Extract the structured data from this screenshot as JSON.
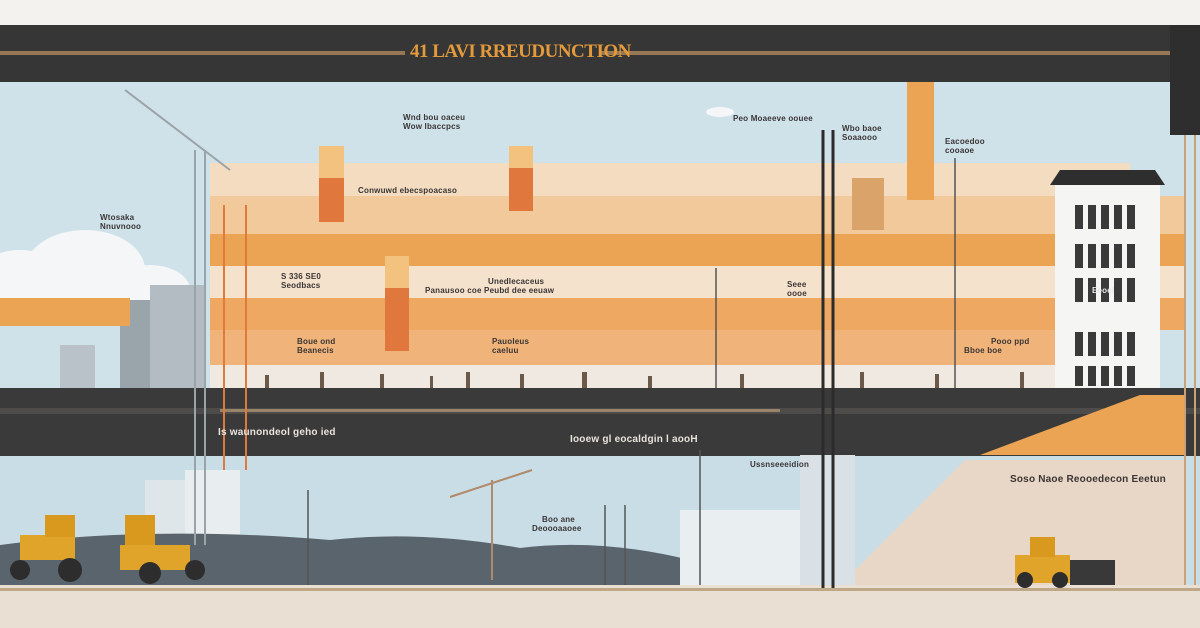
{
  "banner": {
    "title": "41 LAVI RREUDUNCTION"
  },
  "labels": {
    "upper_left_note": [
      "Wnd bou oaceu",
      "Wow lbaccpcs"
    ],
    "left_sky_note": [
      "Wtosaka",
      "Nnuvnooo"
    ],
    "band_top_caption": "Conwuwd ebecspoacaso",
    "center_left_note": [
      "S 336 SE0",
      "Seodbacs"
    ],
    "center_note": [
      "Unedlecaceus",
      "Panausoo coe  Peubd dee eeuaw"
    ],
    "sky_center_note": "Peo Moaeeve oouee",
    "right_sky_note": [
      "Wbo baoe",
      "Soaaooo"
    ],
    "far_right_note": [
      "Eacoedoo",
      "cooaoe"
    ],
    "mid_right_note": [
      "Seee",
      "oooe"
    ],
    "lower_left_note": [
      "Boue ond",
      "Beanecis"
    ],
    "lower_center_note": [
      "Pauoleus",
      "caeluu"
    ],
    "lower_right_note": [
      "Pooo ppd",
      "Bboe boe"
    ],
    "road_left_caption": "Is waunondeol geho ied",
    "road_center_caption": "Iooew gl eocaldgin l aooH",
    "under_road_note": "Ussnseeeidion",
    "ground_note": [
      "Boo ane",
      "Deoooaaoee"
    ],
    "ramp_caption": "Soso Naoe  Reooedecon  Eeetun",
    "building_sign": "Eeoel"
  },
  "colors": {
    "sky": "#c9dfe8",
    "band_orange": "#e9a457",
    "band_light": "#f3c998",
    "road_dark": "#3c3b3b",
    "banner_dark": "#383737",
    "accent_red": "#e0783e",
    "ground": "#5a646c"
  }
}
